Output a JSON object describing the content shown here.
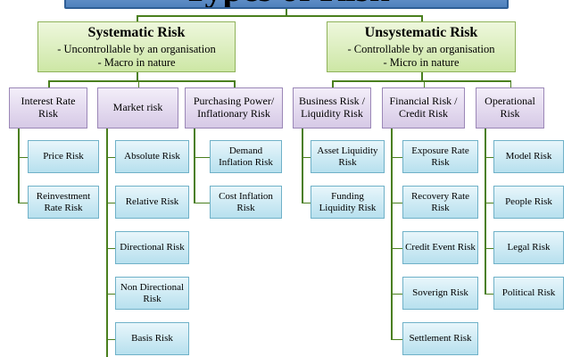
{
  "title": "Types of Risk",
  "categories": [
    {
      "name": "Systematic Risk",
      "lines": [
        "- Uncontrollable by an organisation",
        "- Macro in nature"
      ],
      "subtypes": [
        {
          "name": "Interest Rate Risk",
          "items": [
            "Price Risk",
            "Reinvestment Rate Risk"
          ]
        },
        {
          "name": "Market risk",
          "items": [
            "Absolute Risk",
            "Relative Risk",
            "Directional Risk",
            "Non Directional Risk",
            "Basis Risk"
          ]
        },
        {
          "name": "Purchasing Power/ Inflationary Risk",
          "items": [
            "Demand Inflation Risk",
            "Cost Inflation Risk"
          ]
        }
      ]
    },
    {
      "name": "Unsystematic Risk",
      "lines": [
        "- Controllable by an organisation",
        "- Micro in nature"
      ],
      "subtypes": [
        {
          "name": "Business Risk / Liquidity Risk",
          "items": [
            "Asset Liquidity Risk",
            "Funding Liquidity Risk"
          ]
        },
        {
          "name": "Financial Risk / Credit Risk",
          "items": [
            "Exposure Rate Risk",
            "Recovery Rate Risk",
            "Credit Event Risk",
            "Soverign Risk",
            "Settlement Risk"
          ]
        },
        {
          "name": "Operational Risk",
          "items": [
            "Model Risk",
            "People Risk",
            "Legal Risk",
            "Political Risk"
          ]
        }
      ]
    }
  ]
}
